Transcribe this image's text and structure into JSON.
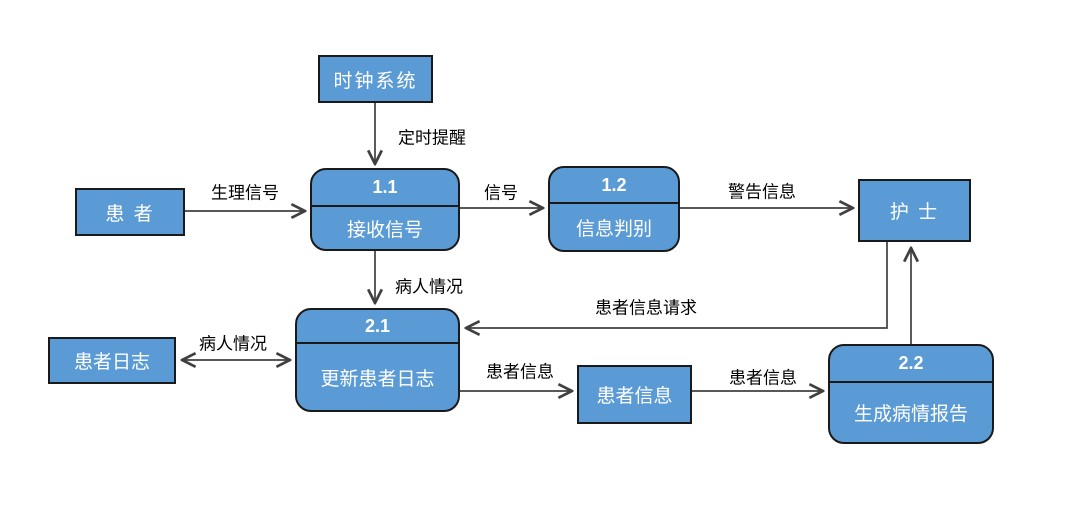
{
  "colors": {
    "node_fill": "#5B9BD5",
    "node_border": "#1a1a1a",
    "arrow": "#404040",
    "node_text": "#FFFFFF",
    "flow_text": "#000000"
  },
  "nodes": {
    "clock": {
      "label": "时钟系统"
    },
    "patient": {
      "label": "患 者"
    },
    "nurse": {
      "label": "护 士"
    },
    "patient_log": {
      "label": "患者日志"
    },
    "patient_info_store": {
      "label": "患者信息"
    },
    "p11": {
      "id": "1.1",
      "label": "接收信号"
    },
    "p12": {
      "id": "1.2",
      "label": "信息判别"
    },
    "p21": {
      "id": "2.1",
      "label": "更新患者日志"
    },
    "p22": {
      "id": "2.2",
      "label": "生成病情报告"
    }
  },
  "flows": {
    "timed_reminder": {
      "label": "定时提醒"
    },
    "physiological_signal": {
      "label": "生理信号"
    },
    "signal": {
      "label": "信号"
    },
    "warning_info": {
      "label": "警告信息"
    },
    "patient_condition_down": {
      "label": "病人情况"
    },
    "patient_info_request": {
      "label": "患者信息请求"
    },
    "patient_condition_log": {
      "label": "病人情况"
    },
    "patient_info_to_store": {
      "label": "患者信息"
    },
    "patient_info_to_report": {
      "label": "患者信息"
    }
  }
}
